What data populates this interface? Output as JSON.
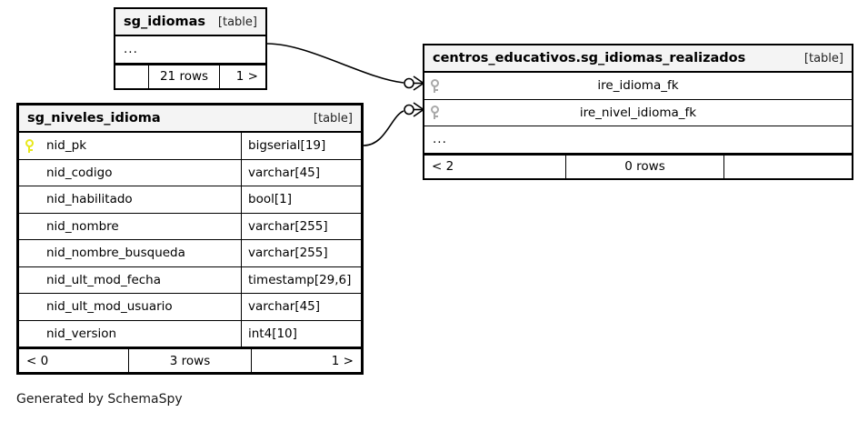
{
  "diagram": {
    "caption": "Generated by SchemaSpy",
    "kind_label": "[table]",
    "ellipsis": "...",
    "relationship_notation": "crows-foot-zero-or-many"
  },
  "tables": [
    {
      "id": "sg_idiomas",
      "name": "sg_idiomas",
      "kind": "[table]",
      "focus": false,
      "columns": [
        {
          "name": "...",
          "type": "",
          "key": "none",
          "ellipsis": true
        }
      ],
      "footer": {
        "left": "",
        "middle": "21 rows",
        "right": "1 >"
      }
    },
    {
      "id": "sg_niveles_idioma",
      "name": "sg_niveles_idioma",
      "kind": "[table]",
      "focus": true,
      "columns": [
        {
          "name": "nid_pk",
          "type": "bigserial[19]",
          "key": "primary"
        },
        {
          "name": "nid_codigo",
          "type": "varchar[45]",
          "key": "none"
        },
        {
          "name": "nid_habilitado",
          "type": "bool[1]",
          "key": "none"
        },
        {
          "name": "nid_nombre",
          "type": "varchar[255]",
          "key": "none"
        },
        {
          "name": "nid_nombre_busqueda",
          "type": "varchar[255]",
          "key": "none"
        },
        {
          "name": "nid_ult_mod_fecha",
          "type": "timestamp[29,6]",
          "key": "none"
        },
        {
          "name": "nid_ult_mod_usuario",
          "type": "varchar[45]",
          "key": "none"
        },
        {
          "name": "nid_version",
          "type": "int4[10]",
          "key": "none"
        }
      ],
      "footer": {
        "left": "< 0",
        "middle": "3 rows",
        "right": "1 >"
      }
    },
    {
      "id": "sg_idiomas_realizados",
      "name": "centros_educativos.sg_idiomas_realizados",
      "kind": "[table]",
      "focus": false,
      "columns": [
        {
          "name": "ire_idioma_fk",
          "type": "",
          "key": "foreign"
        },
        {
          "name": "ire_nivel_idioma_fk",
          "type": "",
          "key": "foreign"
        },
        {
          "name": "...",
          "type": "",
          "key": "none",
          "ellipsis": true
        }
      ],
      "footer": {
        "left": "< 2",
        "middle": "0 rows",
        "right": ""
      }
    }
  ],
  "relationships": [
    {
      "from": "sg_idiomas",
      "to": "ire_idioma_fk"
    },
    {
      "from": "sg_niveles_idioma.nid_pk",
      "to": "ire_nivel_idioma_fk"
    }
  ]
}
